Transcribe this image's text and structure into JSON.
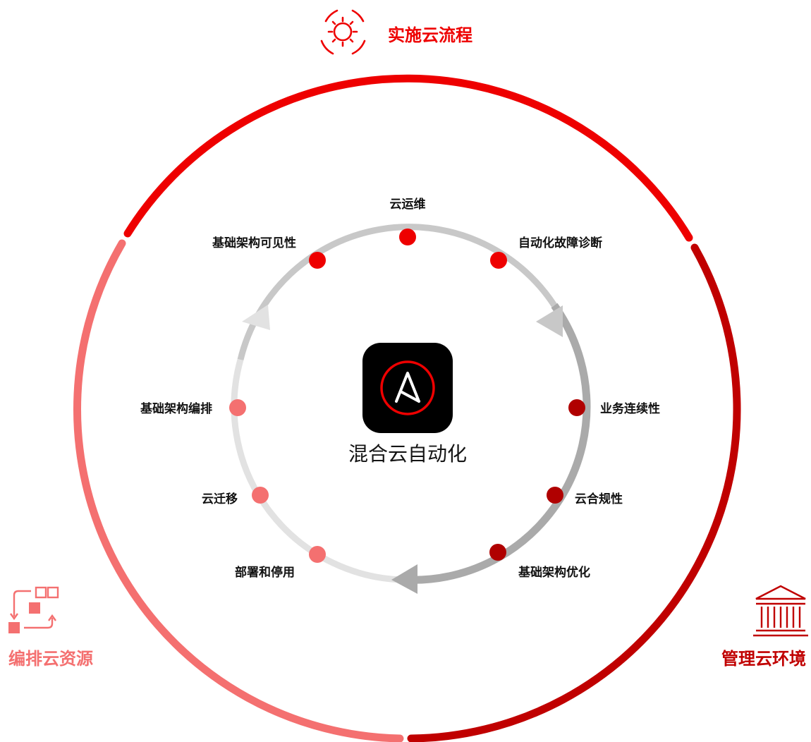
{
  "colors": {
    "sector_top": "#ee0000",
    "sector_left": "#f47070",
    "sector_right": "#c00000",
    "node_top": "#ee0000",
    "node_right": "#b00000",
    "node_left": "#f47070",
    "inner_ring_light": "#e2e2e2",
    "inner_ring_mid": "#c8c8c8",
    "inner_ring_dark": "#aaaaaa",
    "logo_bg": "#000000",
    "logo_ring": "#ee0000"
  },
  "sectors": {
    "top": {
      "title": "实施云流程",
      "icon": "gear-cycle-icon"
    },
    "left": {
      "title": "编排云资源",
      "icon": "orchestration-blocks-icon"
    },
    "right": {
      "title": "管理云环境",
      "icon": "building-columns-icon"
    }
  },
  "center": {
    "caption": "混合云自动化",
    "logo": "ansible-logo-icon"
  },
  "steps": [
    {
      "id": "cloud-ops",
      "label": "云运维"
    },
    {
      "id": "auto-fault-diagnosis",
      "label": "自动化故障诊断"
    },
    {
      "id": "business-continuity",
      "label": "业务连续性"
    },
    {
      "id": "cloud-compliance",
      "label": "云合规性"
    },
    {
      "id": "infra-optimization",
      "label": "基础架构优化"
    },
    {
      "id": "deploy-retire",
      "label": "部署和停用"
    },
    {
      "id": "cloud-migration",
      "label": "云迁移"
    },
    {
      "id": "infra-orchestration",
      "label": "基础架构编排"
    },
    {
      "id": "infra-visibility",
      "label": "基础架构可见性"
    }
  ]
}
